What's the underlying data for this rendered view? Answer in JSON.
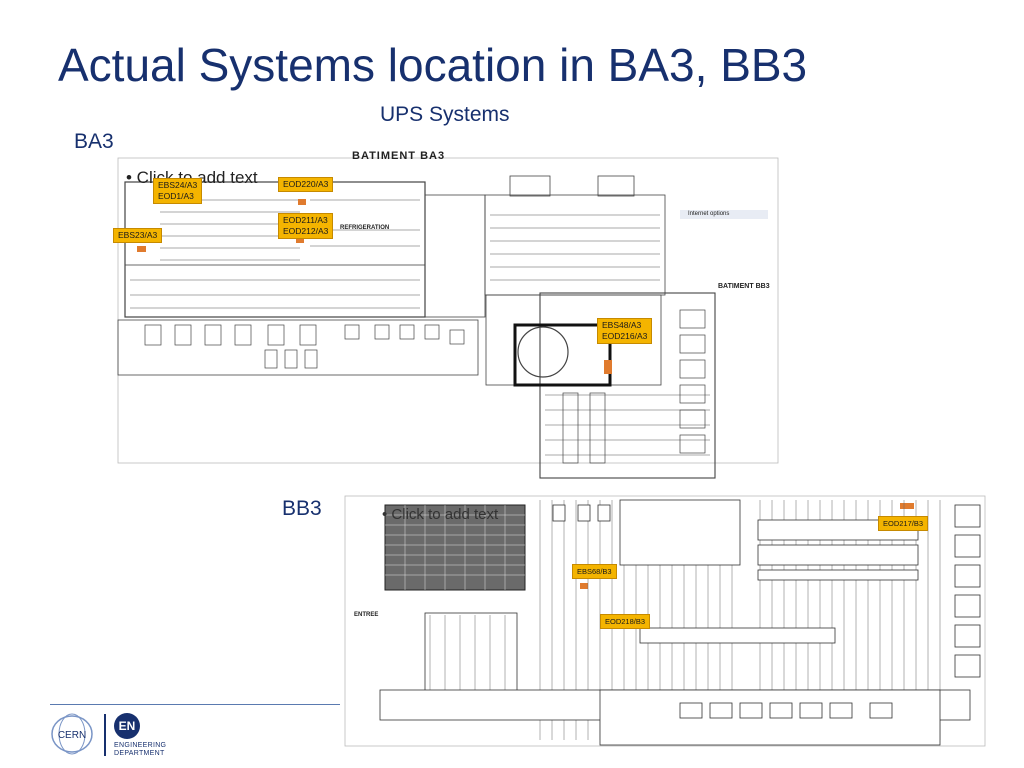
{
  "slide": {
    "title": "Actual Systems location in BA3, BB3",
    "subtitle": "UPS Systems",
    "label_ba3": "BA3",
    "label_bb3": "BB3"
  },
  "plans": {
    "ba3_heading": "BATIMENT  BA3",
    "bb3_heading": "BATIMENT  BB3",
    "refrigeration": "REFRIGERATION",
    "internet_options": "Internet options",
    "entree": "ENTREE",
    "placeholder_ba3": "• Click to add text",
    "placeholder_bb3": "• Click to add text"
  },
  "tags": {
    "ebs24": "EBS24/A3",
    "eod1": "EOD1/A3",
    "eod220": "EOD220/A3",
    "eod211": "EOD211/A3",
    "eod212": "EOD212/A3",
    "ebs23": "EBS23/A3",
    "ebs48": "EBS48/A3",
    "eod216": "EOD216/A3",
    "eod217": "EOD217/B3",
    "ebs68": "EBS68/B3",
    "eod218": "EOD218/B3"
  },
  "footer": {
    "cern_logo_text": "CERN",
    "en_logo_text": "EN",
    "en_line1": "ENGINEERING",
    "en_line2": "DEPARTMENT"
  },
  "colors": {
    "title": "#17306e",
    "tag_fill": "#f4b400",
    "ups_marker": "#e07b2e"
  }
}
